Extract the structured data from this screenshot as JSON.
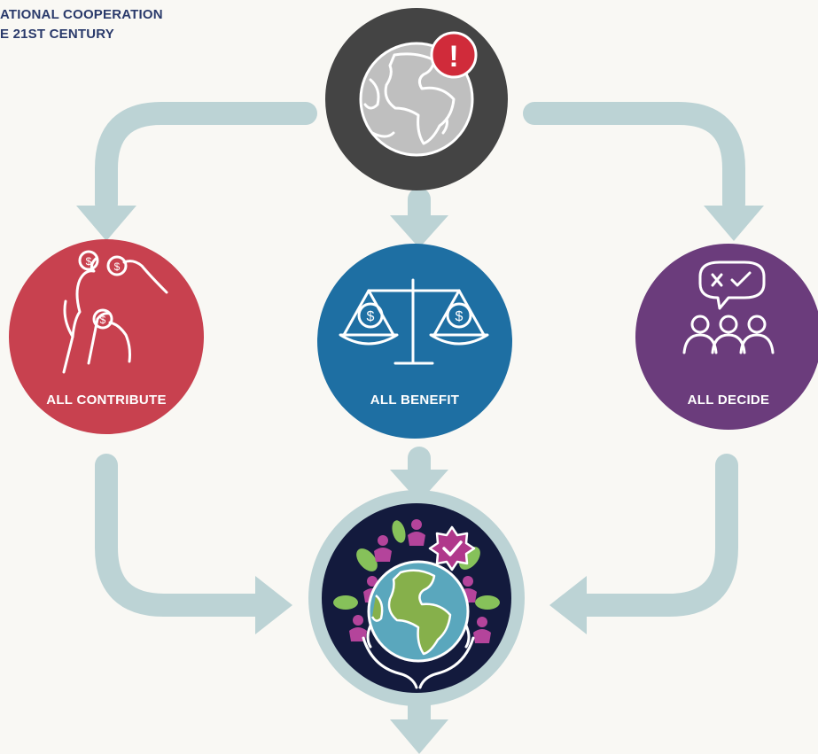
{
  "header": {
    "title_line1": "ATIONAL COOPERATION",
    "title_line2": "E 21ST CENTURY"
  },
  "nodes": {
    "contribute": {
      "label": "ALL CONTRIBUTE",
      "color": "#c8414f"
    },
    "benefit": {
      "label": "ALL BENEFIT",
      "color": "#1e6fa3"
    },
    "decide": {
      "label": "ALL DECIDE",
      "color": "#6b3c7c"
    },
    "problem": {
      "badge": "!",
      "color": "#444444"
    },
    "outcome": {
      "color": "#131a3d"
    }
  },
  "colors": {
    "arrow": "#bcd3d5",
    "alert": "#d02b3a",
    "check_badge": "#b0388b",
    "leaf": "#86c15a",
    "people": "#b4449b",
    "earth_land": "#86b04b",
    "earth_sea": "#5aa7bd"
  },
  "icons": [
    "globe-alert-icon",
    "coins-hands-icon",
    "scales-icon",
    "speech-people-icon",
    "earth-hands-icon"
  ]
}
